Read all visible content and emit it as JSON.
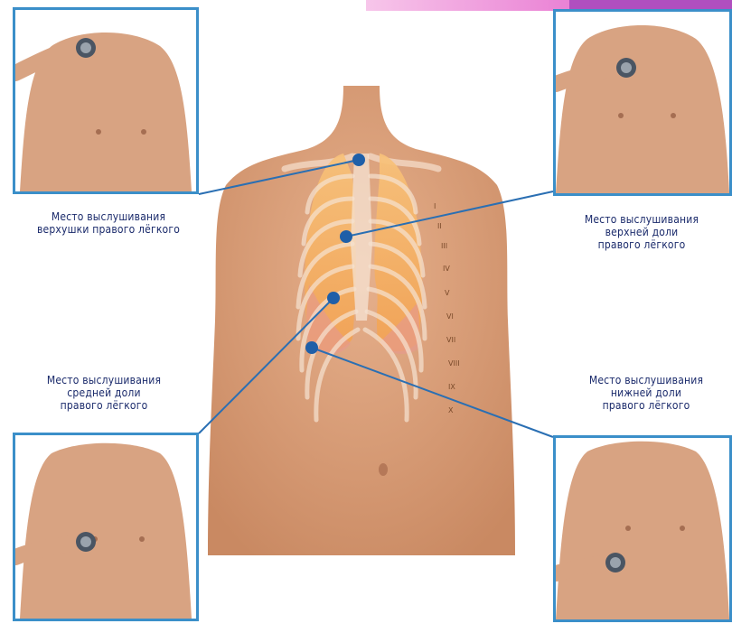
{
  "captions": {
    "apex_right_lung": [
      "Место выслушивания",
      "верхушки правого лёгкого"
    ],
    "upper_lobe_right_lung": [
      "Место выслушивания",
      "верхней доли",
      "правого лёгкого"
    ],
    "middle_lobe_right_lung": [
      "Место выслушивания",
      "средней доли",
      "правого лёгкого"
    ],
    "lower_lobe_right_lung": [
      "Место выслушивания",
      "нижней доли",
      "правого лёгкого"
    ]
  },
  "rib_labels": [
    "I",
    "II",
    "III",
    "IV",
    "V",
    "VI",
    "VII",
    "VIII",
    "IX",
    "X"
  ],
  "colors": {
    "frame": "#3b8fc9",
    "marker": "#1f5fa8",
    "skin": "#d9a07c",
    "lung": "#f4b36a",
    "caption_text": "#1a2a6b",
    "top_bar_pink": "#ea82d5",
    "top_bar_purple": "#b04fbf"
  },
  "icons": [
    "stethoscope-icon"
  ]
}
